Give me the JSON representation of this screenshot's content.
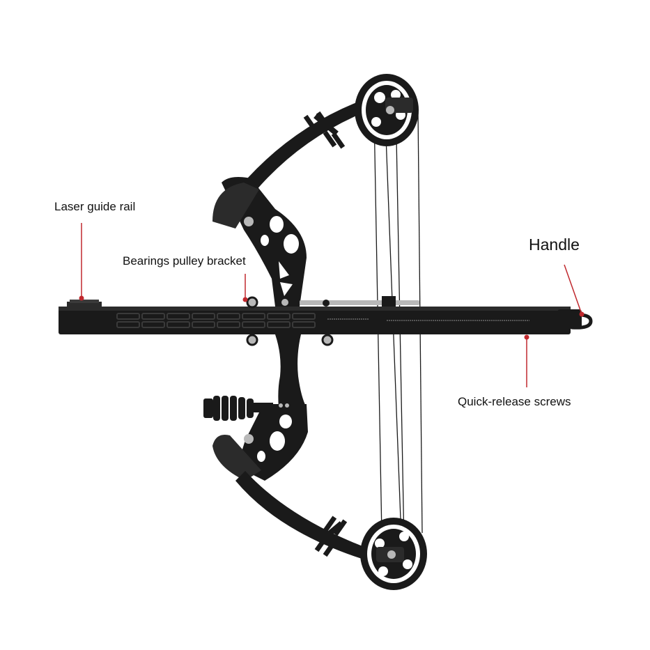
{
  "labels": {
    "laser_guide_rail": "Laser guide rail",
    "bearings_pulley_bracket": "Bearings pulley bracket",
    "handle": "Handle",
    "quick_release_screws": "Quick-release screws"
  },
  "colors": {
    "background": "#ffffff",
    "product_black": "#1a1a1a",
    "product_dark": "#2b2b2b",
    "metal": "#b8b8b8",
    "callout_red": "#c0282d",
    "label_text": "#111111"
  }
}
